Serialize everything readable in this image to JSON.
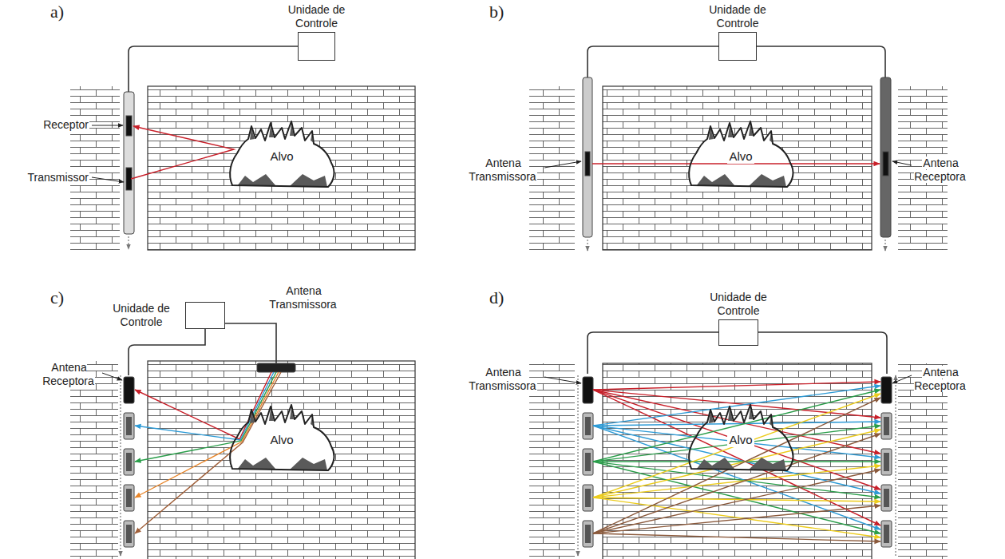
{
  "diagram": {
    "nodes": [
      {
        "text": [
          "Unidade de Controle"
        ]
      },
      {
        "text": [
          "Alvo"
        ]
      },
      {
        "text": [
          "Unidade de Controle"
        ]
      },
      {
        "text": [
          "Alvo"
        ]
      },
      {
        "text": [
          "Unidade de Controle"
        ]
      },
      {
        "text": [
          "Alvo"
        ]
      },
      {
        "text": [
          "Unidade de Controle"
        ]
      },
      {
        "text": [
          "Alvo"
        ]
      }
    ],
    "labels": [
      "a)",
      "Receptor",
      "Transmissor",
      "b)",
      "Antena Transmissora",
      "Antena Receptora",
      "c)",
      "Antena Transmissora",
      "Antena Receptora",
      "d)",
      "Antena Transmissora",
      "Antena Receptora"
    ]
  }
}
